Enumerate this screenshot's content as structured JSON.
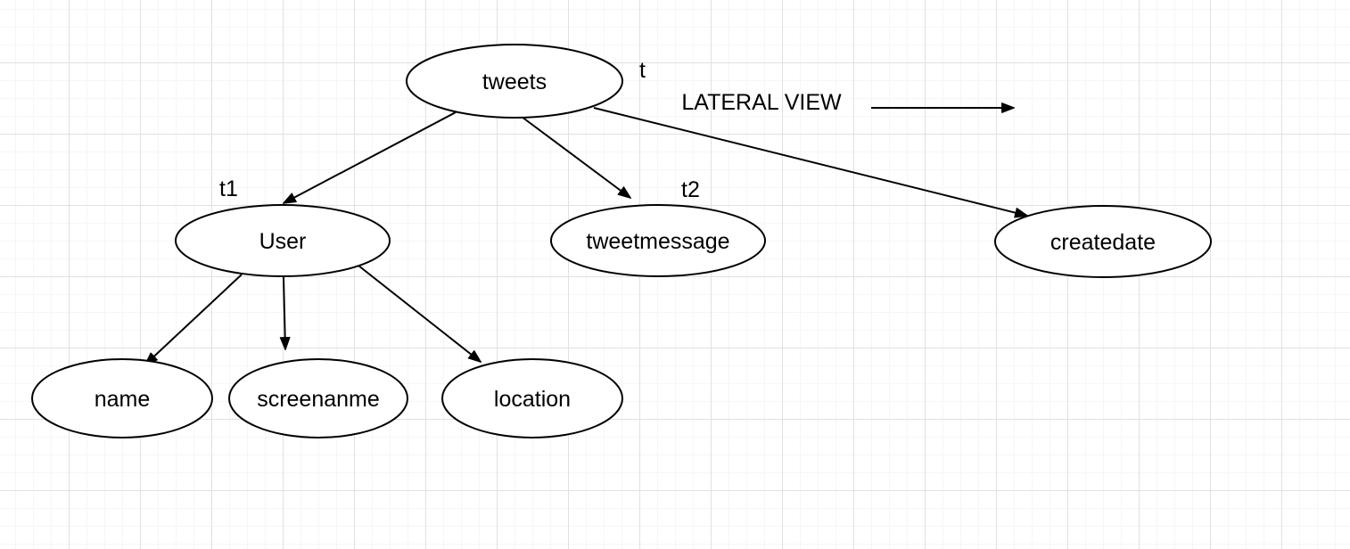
{
  "diagram": {
    "type": "tree",
    "nodes": {
      "tweets": {
        "label": "tweets",
        "alias": "t"
      },
      "user": {
        "label": "User",
        "alias": "t1"
      },
      "tweetmessage": {
        "label": "tweetmessage",
        "alias": "t2"
      },
      "createdate": {
        "label": "createdate"
      },
      "name": {
        "label": "name"
      },
      "screenanme": {
        "label": "screenanme"
      },
      "location": {
        "label": "location"
      }
    },
    "edges": [
      {
        "from": "tweets",
        "to": "user"
      },
      {
        "from": "tweets",
        "to": "tweetmessage"
      },
      {
        "from": "tweets",
        "to": "createdate"
      },
      {
        "from": "user",
        "to": "name"
      },
      {
        "from": "user",
        "to": "screenanme"
      },
      {
        "from": "user",
        "to": "location"
      }
    ],
    "annotation": {
      "label": "LATERAL VIEW"
    }
  },
  "colors": {
    "stroke": "#000000",
    "node_fill": "#ffffff",
    "text": "#000000",
    "grid_minor": "#f6f6f6",
    "grid_major": "#e1e1e1",
    "background": "#ffffff"
  }
}
